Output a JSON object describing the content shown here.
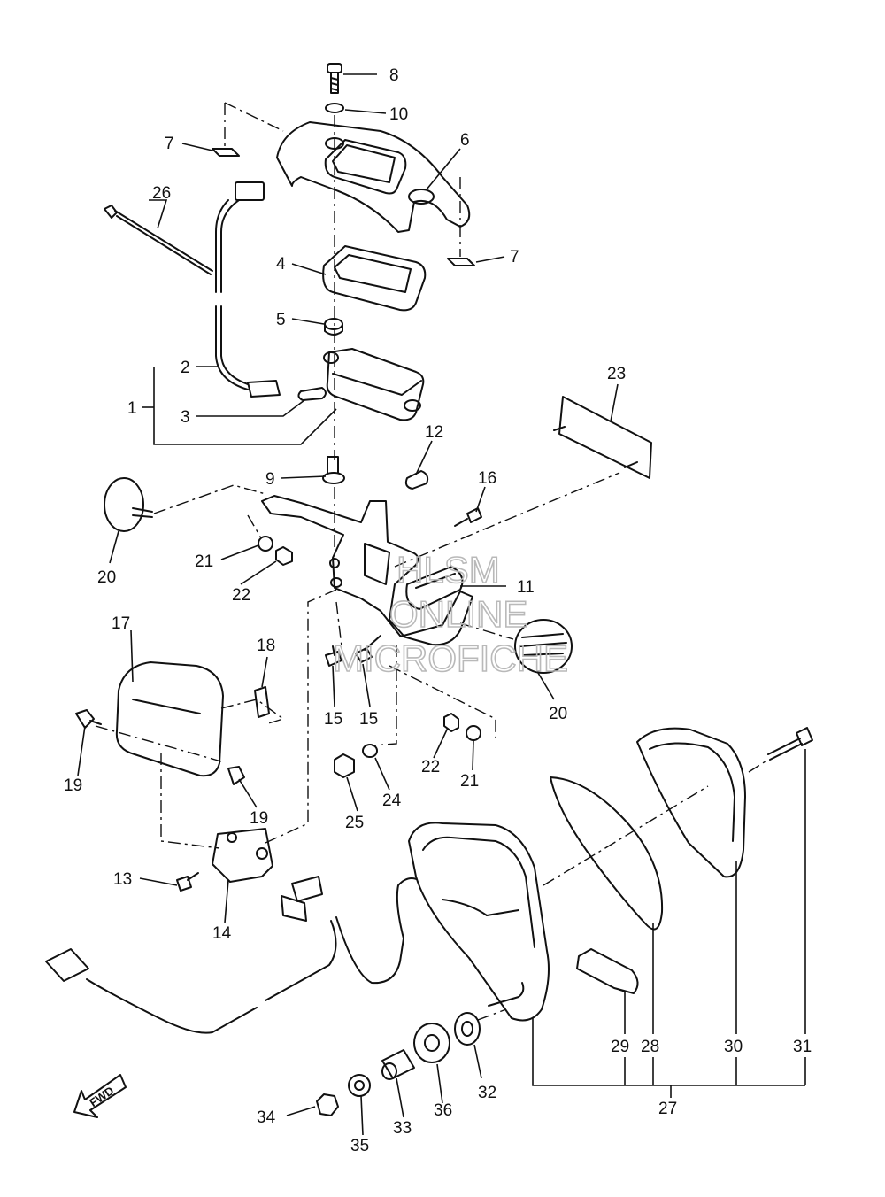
{
  "callouts": {
    "p1": "1",
    "p2": "2",
    "p3": "3",
    "p4": "4",
    "p5": "5",
    "p6": "6",
    "p7a": "7",
    "p7b": "7",
    "p8": "8",
    "p9": "9",
    "p10": "10",
    "p11": "11",
    "p12": "12",
    "p13": "13",
    "p14": "14",
    "p15a": "15",
    "p15b": "15",
    "p16": "16",
    "p17": "17",
    "p18": "18",
    "p19a": "19",
    "p19b": "19",
    "p20a": "20",
    "p20b": "20",
    "p21a": "21",
    "p21b": "21",
    "p22a": "22",
    "p22b": "22",
    "p23": "23",
    "p24": "24",
    "p25": "25",
    "p26": "26",
    "p27": "27",
    "p28": "28",
    "p29": "29",
    "p30": "30",
    "p31": "31",
    "p32": "32",
    "p33": "33",
    "p34": "34",
    "p35": "35",
    "p36": "36"
  },
  "watermark": {
    "line1": "HLSM",
    "line2": "ONLINE",
    "line3": "MICROFICHE"
  },
  "fwd_label": "FWD"
}
